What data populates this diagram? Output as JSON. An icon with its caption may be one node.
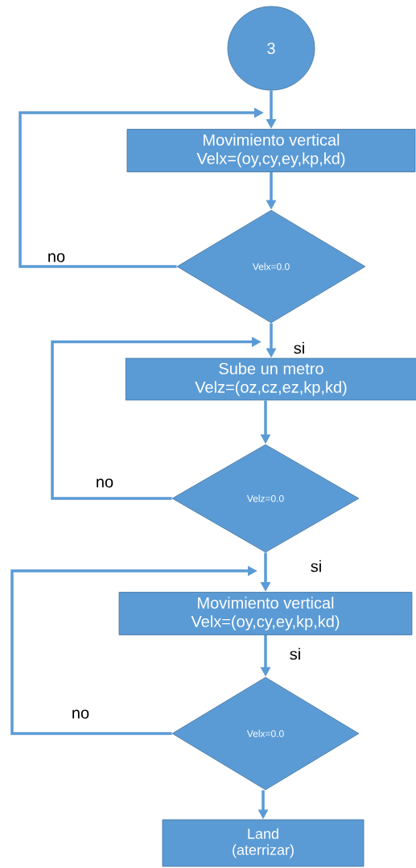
{
  "diagram": {
    "nodes": [
      {
        "text": [
          "3"
        ]
      },
      {
        "text": [
          "Movimiento vertical",
          "Velx=(oy,cy,ey,kp,kd)"
        ]
      },
      {
        "text": [
          "Velx=0.0"
        ]
      },
      {
        "text": [
          "Sube un metro",
          "Velz=(oz,cz,ez,kp,kd)"
        ]
      },
      {
        "text": [
          "Velz=0.0"
        ]
      },
      {
        "text": [
          "Movimiento vertical",
          "Velx=(oy,cy,ey,kp,kd)"
        ]
      },
      {
        "text": [
          "Velx=0.0"
        ]
      },
      {
        "text": [
          "Land",
          "(aterrizar)"
        ]
      }
    ],
    "edges": [
      {
        "from": 0,
        "to": 1,
        "arrow": "to"
      },
      {
        "from": 1,
        "to": 2,
        "arrow": "to"
      },
      {
        "from": 2,
        "to": 1,
        "arrow": "to",
        "label": "no"
      },
      {
        "from": 2,
        "to": 3,
        "arrow": "to",
        "label": "si"
      },
      {
        "from": 3,
        "to": 4,
        "arrow": "to"
      },
      {
        "from": 4,
        "to": 3,
        "arrow": "to",
        "label": "no"
      },
      {
        "from": 4,
        "to": 5,
        "arrow": "to",
        "label": "si"
      },
      {
        "from": 5,
        "to": 6,
        "arrow": "to",
        "label": "si"
      },
      {
        "from": 6,
        "to": 5,
        "arrow": "to",
        "label": "no"
      },
      {
        "from": 6,
        "to": 7,
        "arrow": "to"
      }
    ]
  }
}
